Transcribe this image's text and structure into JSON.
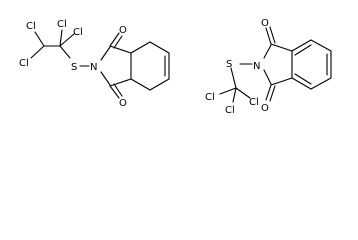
{
  "molecules": [
    {
      "atoms": {
        "cl1": "Cl",
        "cl2": "Cl",
        "cl3": "Cl",
        "cl4": "Cl",
        "s": "S",
        "n": "N",
        "o_top": "O",
        "o_bottom": "O"
      }
    },
    {
      "atoms": {
        "s": "S",
        "n": "N",
        "cl1": "Cl",
        "cl2": "Cl",
        "cl3": "Cl",
        "o_top": "O",
        "o_bottom": "O"
      }
    }
  ]
}
